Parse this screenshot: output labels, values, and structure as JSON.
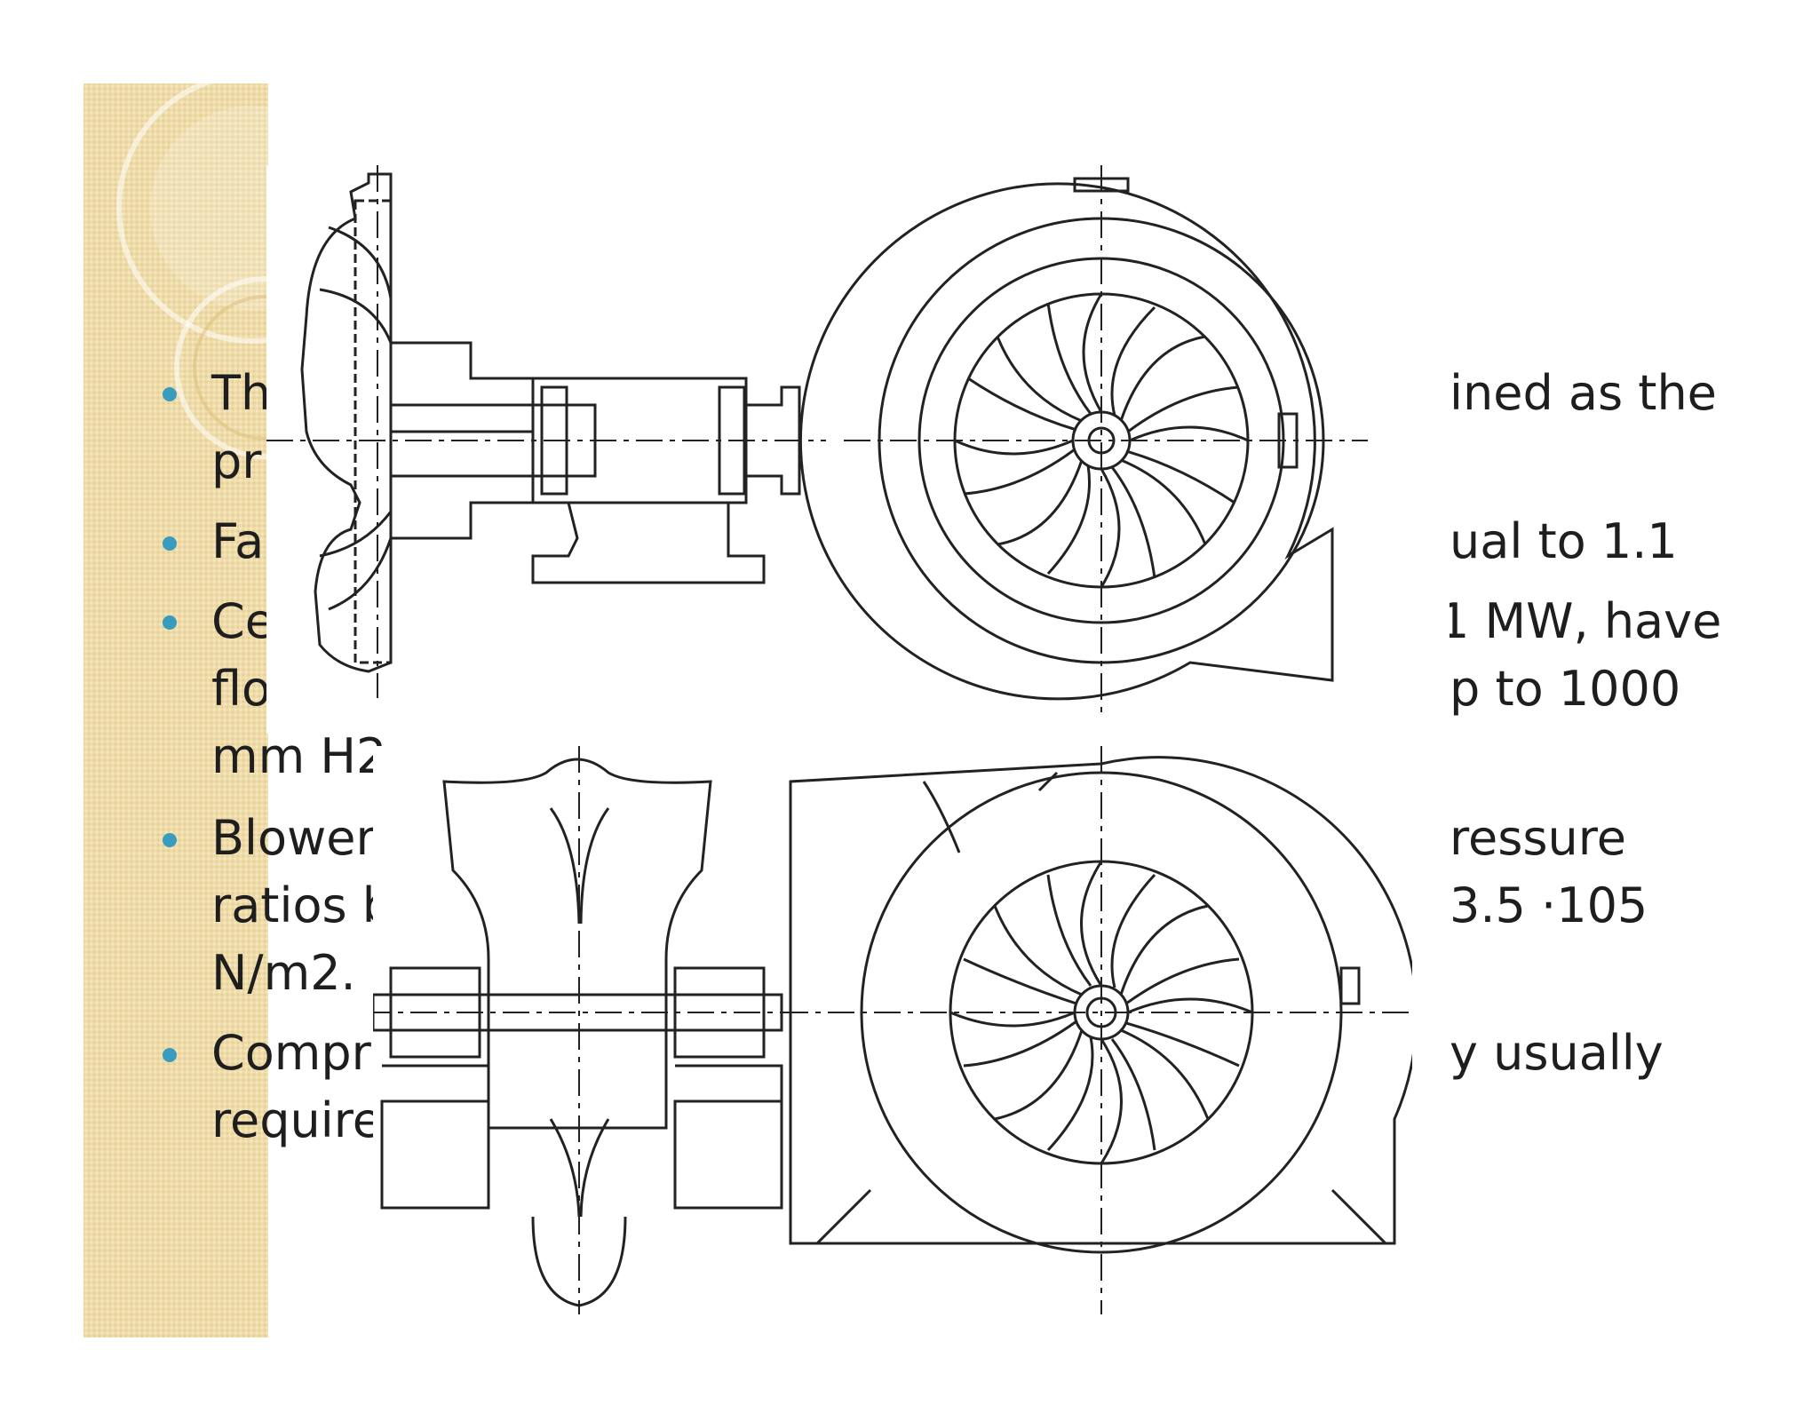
{
  "bullets": [
    {
      "left": "Th",
      "right": "ined as the"
    },
    {
      "left": "pr",
      "right": ""
    },
    {
      "left": "Fa",
      "right": "ual to 1.1"
    },
    {
      "left": "Ce",
      "right": "1 MW, have"
    },
    {
      "left": "flo",
      "right": "p to 1000"
    },
    {
      "left": "mm H2",
      "right": ""
    },
    {
      "left": "Blower",
      "right": "ressure"
    },
    {
      "left": "ratios b",
      "right": "3.5 ·105"
    },
    {
      "left": "N/m2.",
      "right": ""
    },
    {
      "left": "Compr",
      "right": "y usually"
    },
    {
      "left": "require",
      "right": ""
    }
  ],
  "colors": {
    "accent": "#3a9cbd",
    "strip": "#efdca9",
    "ink": "#1e1e1e"
  }
}
